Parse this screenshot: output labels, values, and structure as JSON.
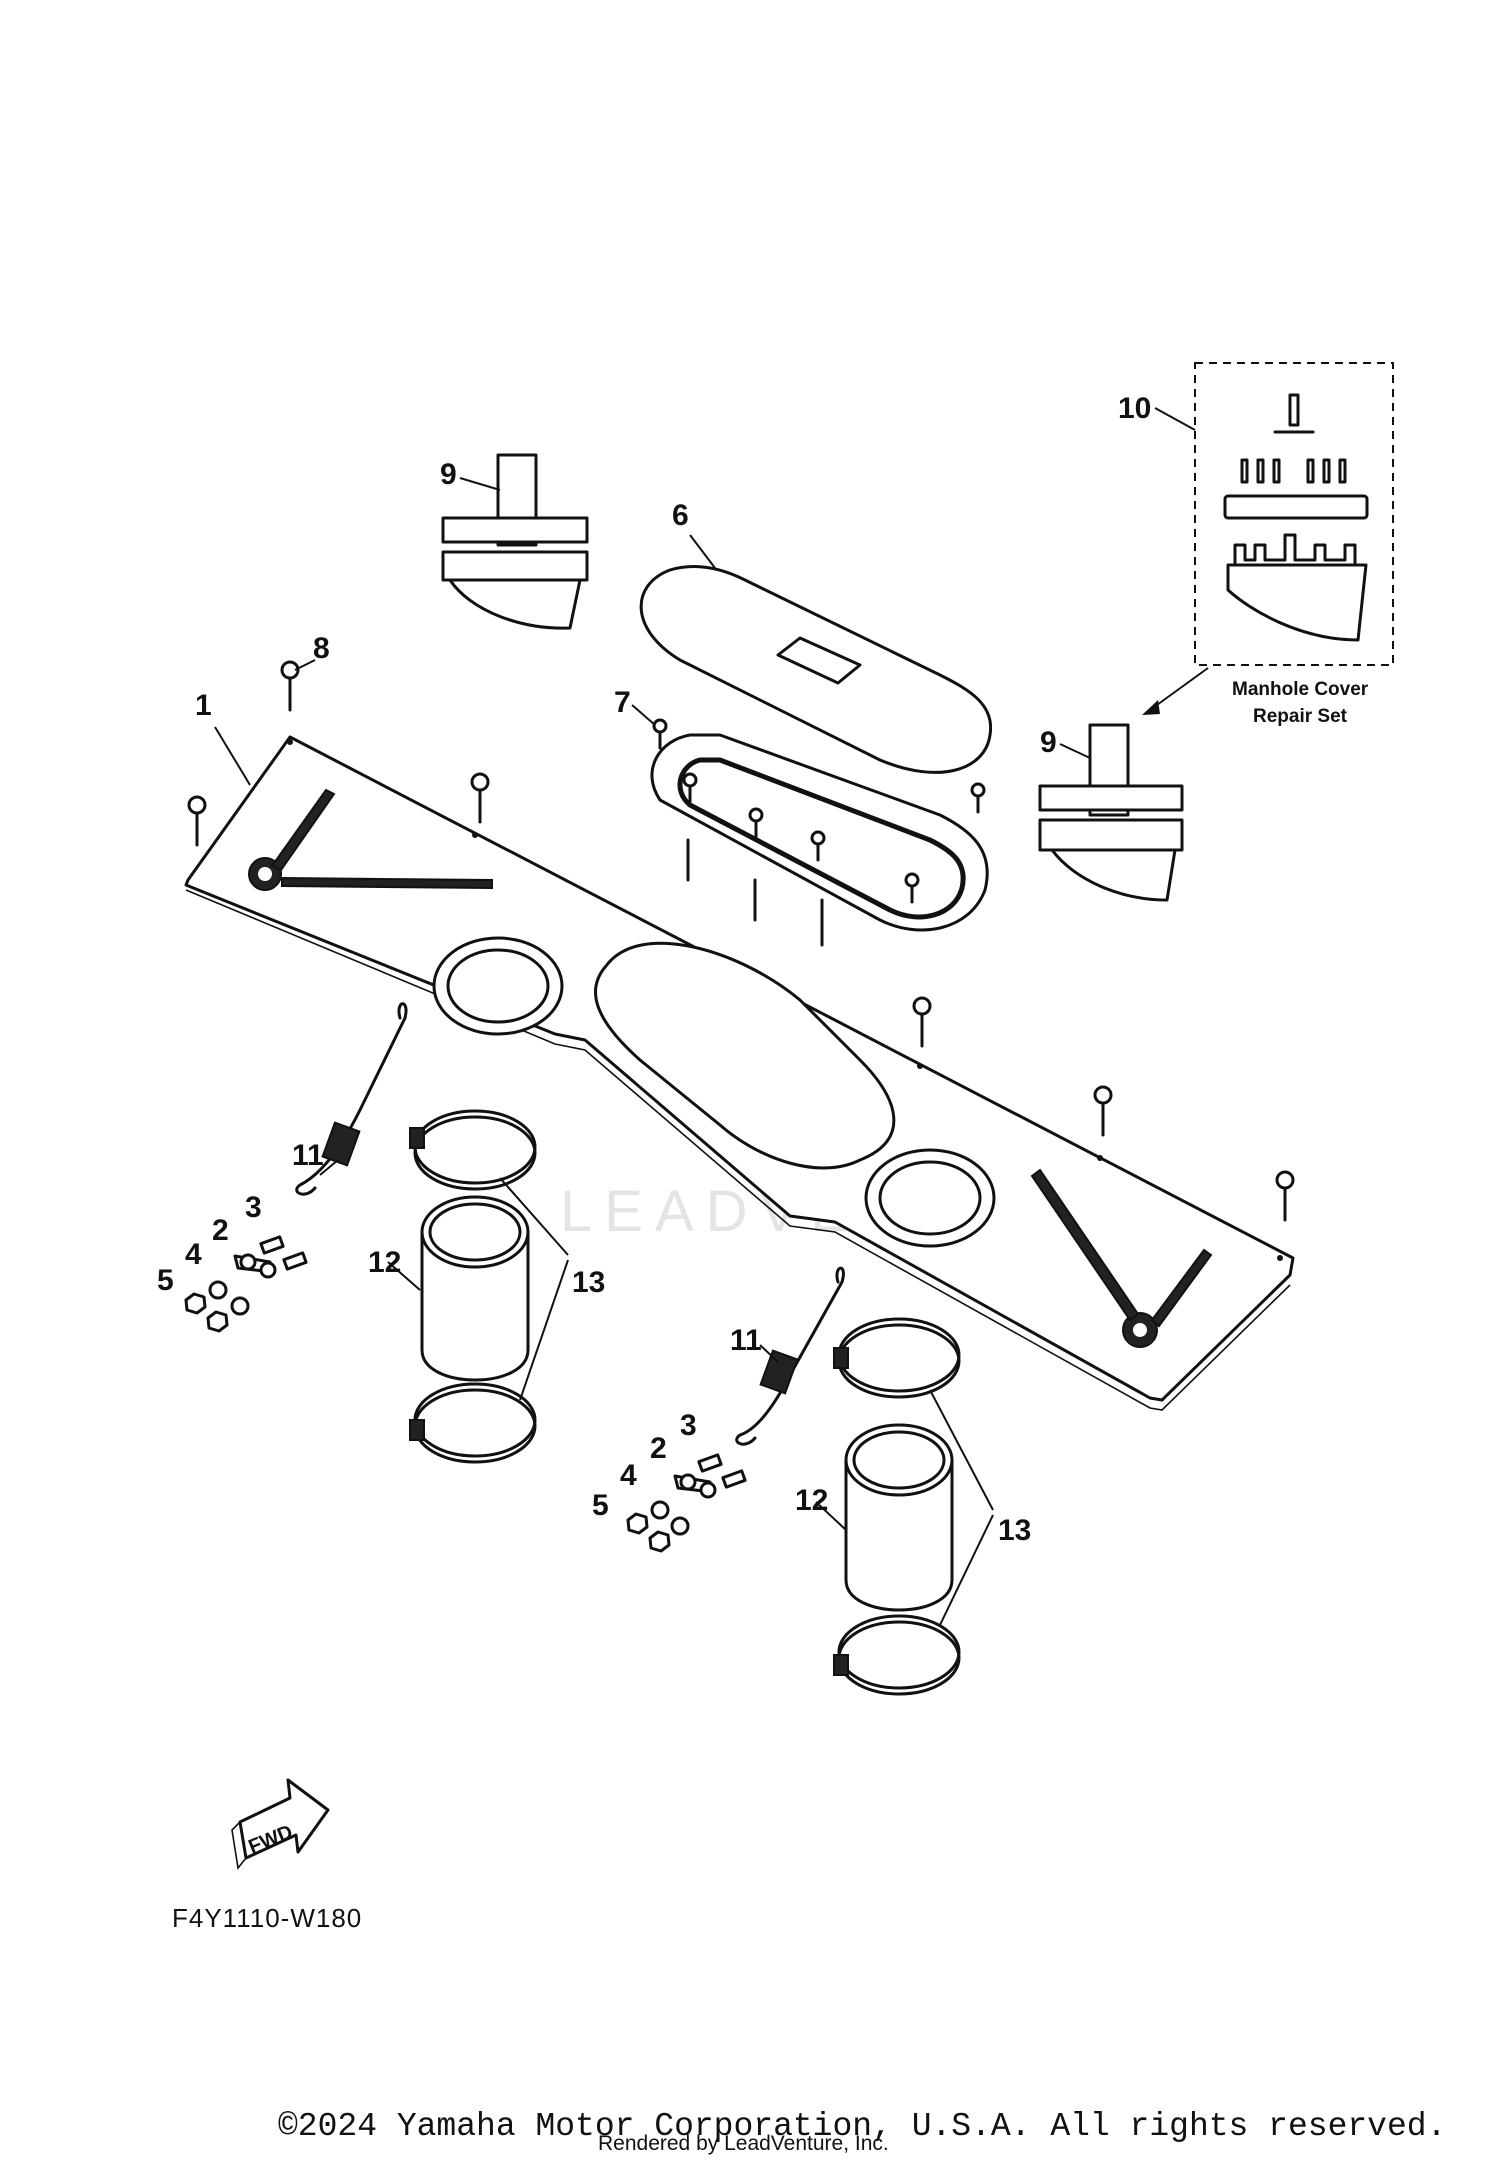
{
  "callouts": {
    "c1": "1",
    "c2a": "2",
    "c2b": "2",
    "c3a": "3",
    "c3b": "3",
    "c4a": "4",
    "c4b": "4",
    "c5a": "5",
    "c5b": "5",
    "c6": "6",
    "c7": "7",
    "c8": "8",
    "c9a": "9",
    "c9b": "9",
    "c10": "10",
    "c11a": "11",
    "c11b": "11",
    "c12a": "12",
    "c12b": "12",
    "c13a": "13",
    "c13b": "13"
  },
  "kit_label_line1": "Manhole Cover",
  "kit_label_line2": "Repair Set",
  "fwd_text": "FWD",
  "diagram_code": "F4Y1110-W180",
  "copyright": "©2024 Yamaha Motor Corporation, U.S.A. All rights reserved.",
  "rendered_by": "Rendered by LeadVenture, Inc.",
  "watermark": "LEADVENTURE"
}
